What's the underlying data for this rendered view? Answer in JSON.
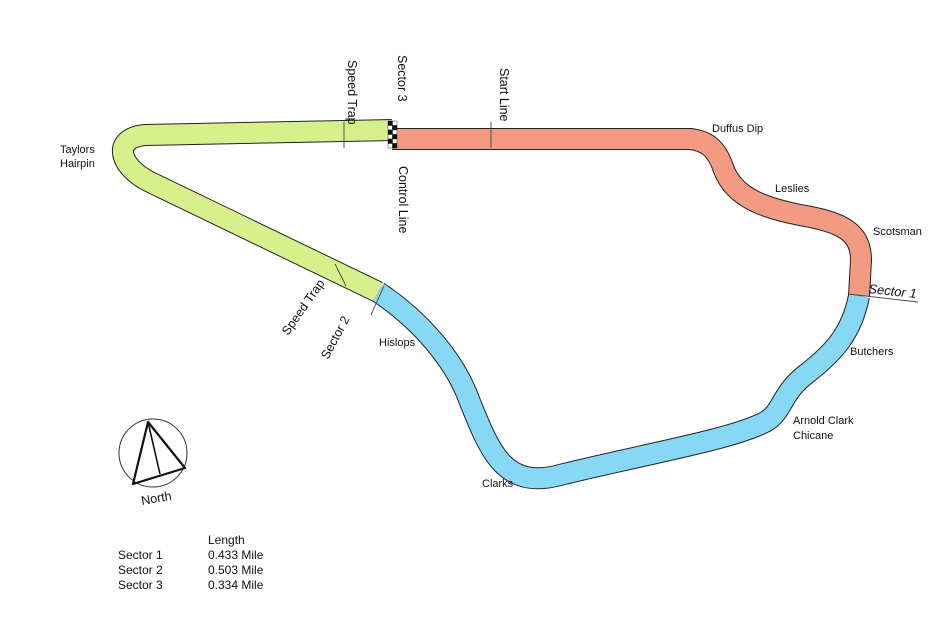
{
  "track": {
    "sector_colors": {
      "sector1": "#f39b82",
      "sector2": "#86d8f4",
      "sector3": "#d8f08c"
    },
    "corners": {
      "taylors_line1": "Taylors",
      "taylors_line2": "Hairpin",
      "duffus_dip": "Duffus Dip",
      "leslies": "Leslies",
      "scotsman": "Scotsman",
      "butchers": "Butchers",
      "arnold_line1": "Arnold Clark",
      "arnold_line2": "Chicane",
      "clarks": "Clarks",
      "hislops": "Hislops"
    },
    "markers": {
      "speed_trap_top": "Speed Trap",
      "sector3": "Sector 3",
      "start_line": "Start Line",
      "control_line": "Control Line",
      "sector1": "Sector 1",
      "speed_trap_left": "Speed Trap",
      "sector2": "Sector 2"
    },
    "compass": {
      "label": "North",
      "icon": "north-arrow-icon"
    }
  },
  "legend": {
    "header": "Length",
    "rows": [
      {
        "name": "Sector 1",
        "length": "0.433 Mile"
      },
      {
        "name": "Sector 2",
        "length": "0.503 Mile"
      },
      {
        "name": "Sector 3",
        "length": "0.334 Mile"
      }
    ]
  }
}
